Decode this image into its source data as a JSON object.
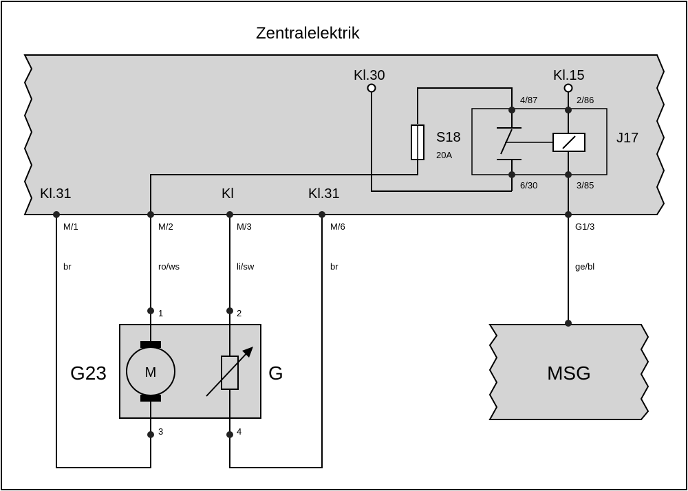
{
  "title": "Zentralelektrik",
  "colors": {
    "panel_fill": "#d4d4d4",
    "line": "#000000",
    "background": "#ffffff"
  },
  "terminals": {
    "kl30": "Kl.30",
    "kl15": "Kl.15",
    "kl31_left": "Kl.31",
    "kl": "Kl",
    "kl31_right": "Kl.31"
  },
  "fuse": {
    "name": "S18",
    "rating": "20A"
  },
  "relay": {
    "name": "J17",
    "pins": {
      "p4_87": "4/87",
      "p2_86": "2/86",
      "p6_30": "6/30",
      "p3_85": "3/85"
    }
  },
  "connectors": {
    "m1": "M/1",
    "m2": "M/2",
    "m3": "M/3",
    "m6": "M/6",
    "g1_3": "G1/3"
  },
  "wire_colors": {
    "m1": "br",
    "m2": "ro/ws",
    "m3": "li/sw",
    "m6": "br",
    "g1_3": "ge/bl"
  },
  "component_pins": {
    "p1": "1",
    "p2": "2",
    "p3": "3",
    "p4": "4"
  },
  "motor": {
    "name": "G23",
    "symbol": "M"
  },
  "sensor": {
    "name": "G"
  },
  "control_unit": {
    "name": "MSG"
  }
}
